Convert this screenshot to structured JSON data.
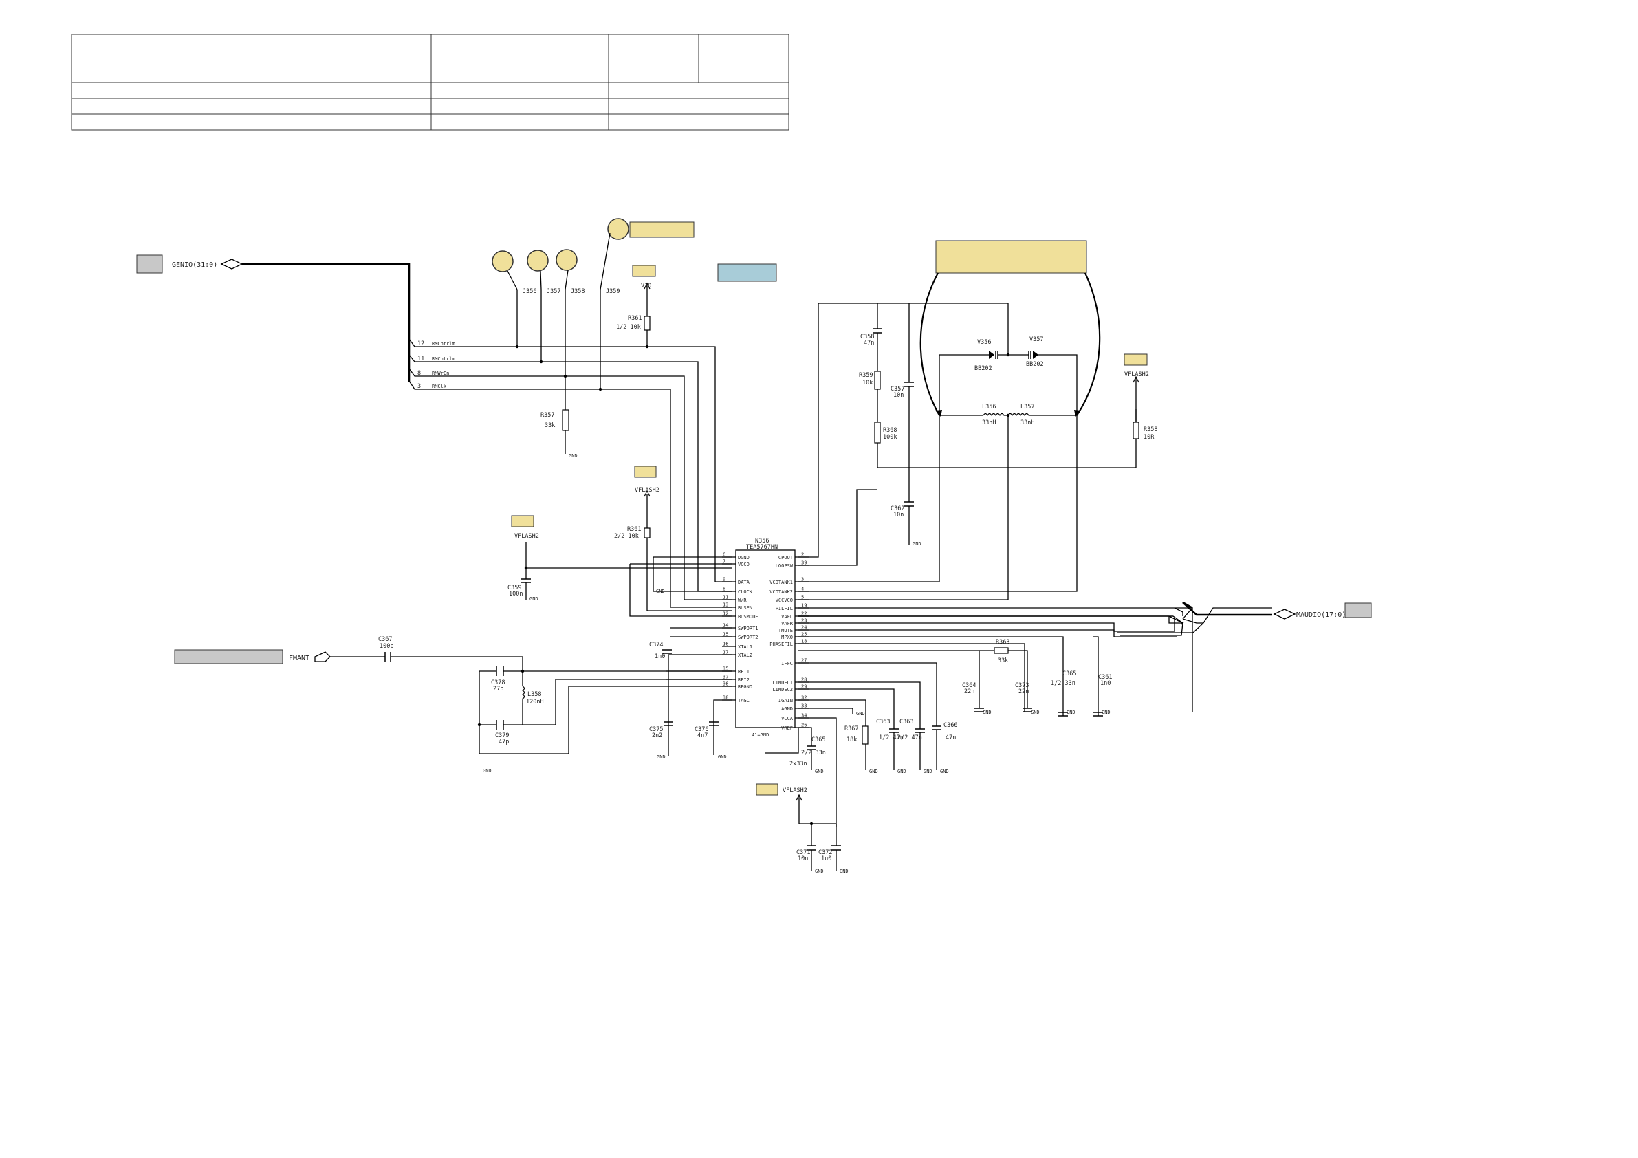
{
  "hierarchical_ports": {
    "genio": "GENIO(31:0)",
    "fmant": "FMANT",
    "maudio": "MAUDIO(17:0)"
  },
  "bus_nets": [
    {
      "pin": "12",
      "name": "RMCntrlm"
    },
    {
      "pin": "11",
      "name": "RMCntrlm"
    },
    {
      "pin": "8",
      "name": "RMWrEn"
    },
    {
      "pin": "3",
      "name": "RMClk"
    }
  ],
  "jumpers": [
    "J356",
    "J357",
    "J358",
    "J359"
  ],
  "power_rails": {
    "v10": "V10",
    "vflash2_a": "VFLASH2",
    "vflash2_b": "VFLASH2",
    "vflash2_c": "VFLASH2",
    "vflash2_d": "VFLASH2",
    "gnd": "GND"
  },
  "ic": {
    "ref": "N356",
    "part": "TEA5767HN",
    "left_pins": [
      {
        "num": "6",
        "name": "DGND"
      },
      {
        "num": "7",
        "name": "VCCD"
      },
      {
        "num": "9",
        "name": "DATA"
      },
      {
        "num": "8",
        "name": "CLOCK"
      },
      {
        "num": "11",
        "name": "W/R"
      },
      {
        "num": "13",
        "name": "BUSEN"
      },
      {
        "num": "12",
        "name": "BUSMODE"
      },
      {
        "num": "14",
        "name": "SWPORT1"
      },
      {
        "num": "15",
        "name": "SWPORT2"
      },
      {
        "num": "16",
        "name": "XTAL1"
      },
      {
        "num": "17",
        "name": "XTAL2"
      },
      {
        "num": "35",
        "name": "RFI1"
      },
      {
        "num": "37",
        "name": "RFI2"
      },
      {
        "num": "36",
        "name": "RFGND"
      },
      {
        "num": "38",
        "name": "TAGC"
      }
    ],
    "right_pins": [
      {
        "num": "2",
        "name": "CPOUT"
      },
      {
        "num": "39",
        "name": "LOOPSW"
      },
      {
        "num": "3",
        "name": "VCOTANK1"
      },
      {
        "num": "4",
        "name": "VCOTANK2"
      },
      {
        "num": "5",
        "name": "VCCVCO"
      },
      {
        "num": "19",
        "name": "PILFIL"
      },
      {
        "num": "22",
        "name": "VAFL"
      },
      {
        "num": "23",
        "name": "VAFR"
      },
      {
        "num": "24",
        "name": "TMUTE"
      },
      {
        "num": "25",
        "name": "MPXO"
      },
      {
        "num": "18",
        "name": "PHASEFIL"
      },
      {
        "num": "27",
        "name": "IFFC"
      },
      {
        "num": "28",
        "name": "LIMDEC1"
      },
      {
        "num": "29",
        "name": "LIMDEC2"
      },
      {
        "num": "32",
        "name": "IGAIN"
      },
      {
        "num": "33",
        "name": "AGND"
      },
      {
        "num": "34",
        "name": "VCCA"
      },
      {
        "num": "26",
        "name": "VREF"
      }
    ],
    "gnd_note": "41=GND"
  },
  "components": {
    "r361a": {
      "ref": "R361",
      "val": "1/2 10k"
    },
    "r361b": {
      "ref": "R361",
      "val": "2/2 10k"
    },
    "r357": {
      "ref": "R357",
      "val": "33k"
    },
    "r359": {
      "ref": "R359",
      "val": "10k"
    },
    "r368": {
      "ref": "R368",
      "val": "100k"
    },
    "r358": {
      "ref": "R358",
      "val": "10R"
    },
    "r363": {
      "ref": "R363",
      "val": "33k"
    },
    "r367": {
      "ref": "R367",
      "val": "18k"
    },
    "c358": {
      "ref": "C358",
      "val": "47n"
    },
    "c357": {
      "ref": "C357",
      "val": "10n"
    },
    "c362": {
      "ref": "C362",
      "val": "10n"
    },
    "c359": {
      "ref": "C359",
      "val": "100n"
    },
    "c367": {
      "ref": "C367",
      "val": "100p"
    },
    "c374": {
      "ref": "C374",
      "val": "1n0"
    },
    "c375": {
      "ref": "C375",
      "val": "2n2"
    },
    "c376": {
      "ref": "C376",
      "val": "4n7"
    },
    "c378": {
      "ref": "C378",
      "val": "27p"
    },
    "c379": {
      "ref": "C379",
      "val": "47p"
    },
    "c365a": {
      "ref": "C365",
      "val": "2/2 33n"
    },
    "c365b": {
      "ref": "C365",
      "val": "1/2 33n"
    },
    "c365c": {
      "ref": "",
      "val": "2x33n"
    },
    "c363a": {
      "ref": "C363",
      "val": "1/2 47n"
    },
    "c363b": {
      "ref": "C363",
      "val": "2/2 47n"
    },
    "c366": {
      "ref": "C366",
      "val": "47n"
    },
    "c364": {
      "ref": "C364",
      "val": "22n"
    },
    "c373": {
      "ref": "C373",
      "val": "22n"
    },
    "c361": {
      "ref": "C361",
      "val": "1n0"
    },
    "c371": {
      "ref": "C371",
      "val": "10n"
    },
    "c372": {
      "ref": "C372",
      "val": "1u0"
    },
    "l358": {
      "ref": "L358",
      "val": "120nH"
    },
    "l356": {
      "ref": "L356",
      "val": "33nH"
    },
    "l357": {
      "ref": "L357",
      "val": "33nH"
    },
    "v356": {
      "ref": "V356",
      "val": "BB202"
    },
    "v357": {
      "ref": "V357",
      "val": "BB202"
    }
  },
  "colors": {
    "note_yellow": "#f0e09a",
    "port_grey": "#c8c8c8",
    "note_blue": "#a8ccd8"
  }
}
